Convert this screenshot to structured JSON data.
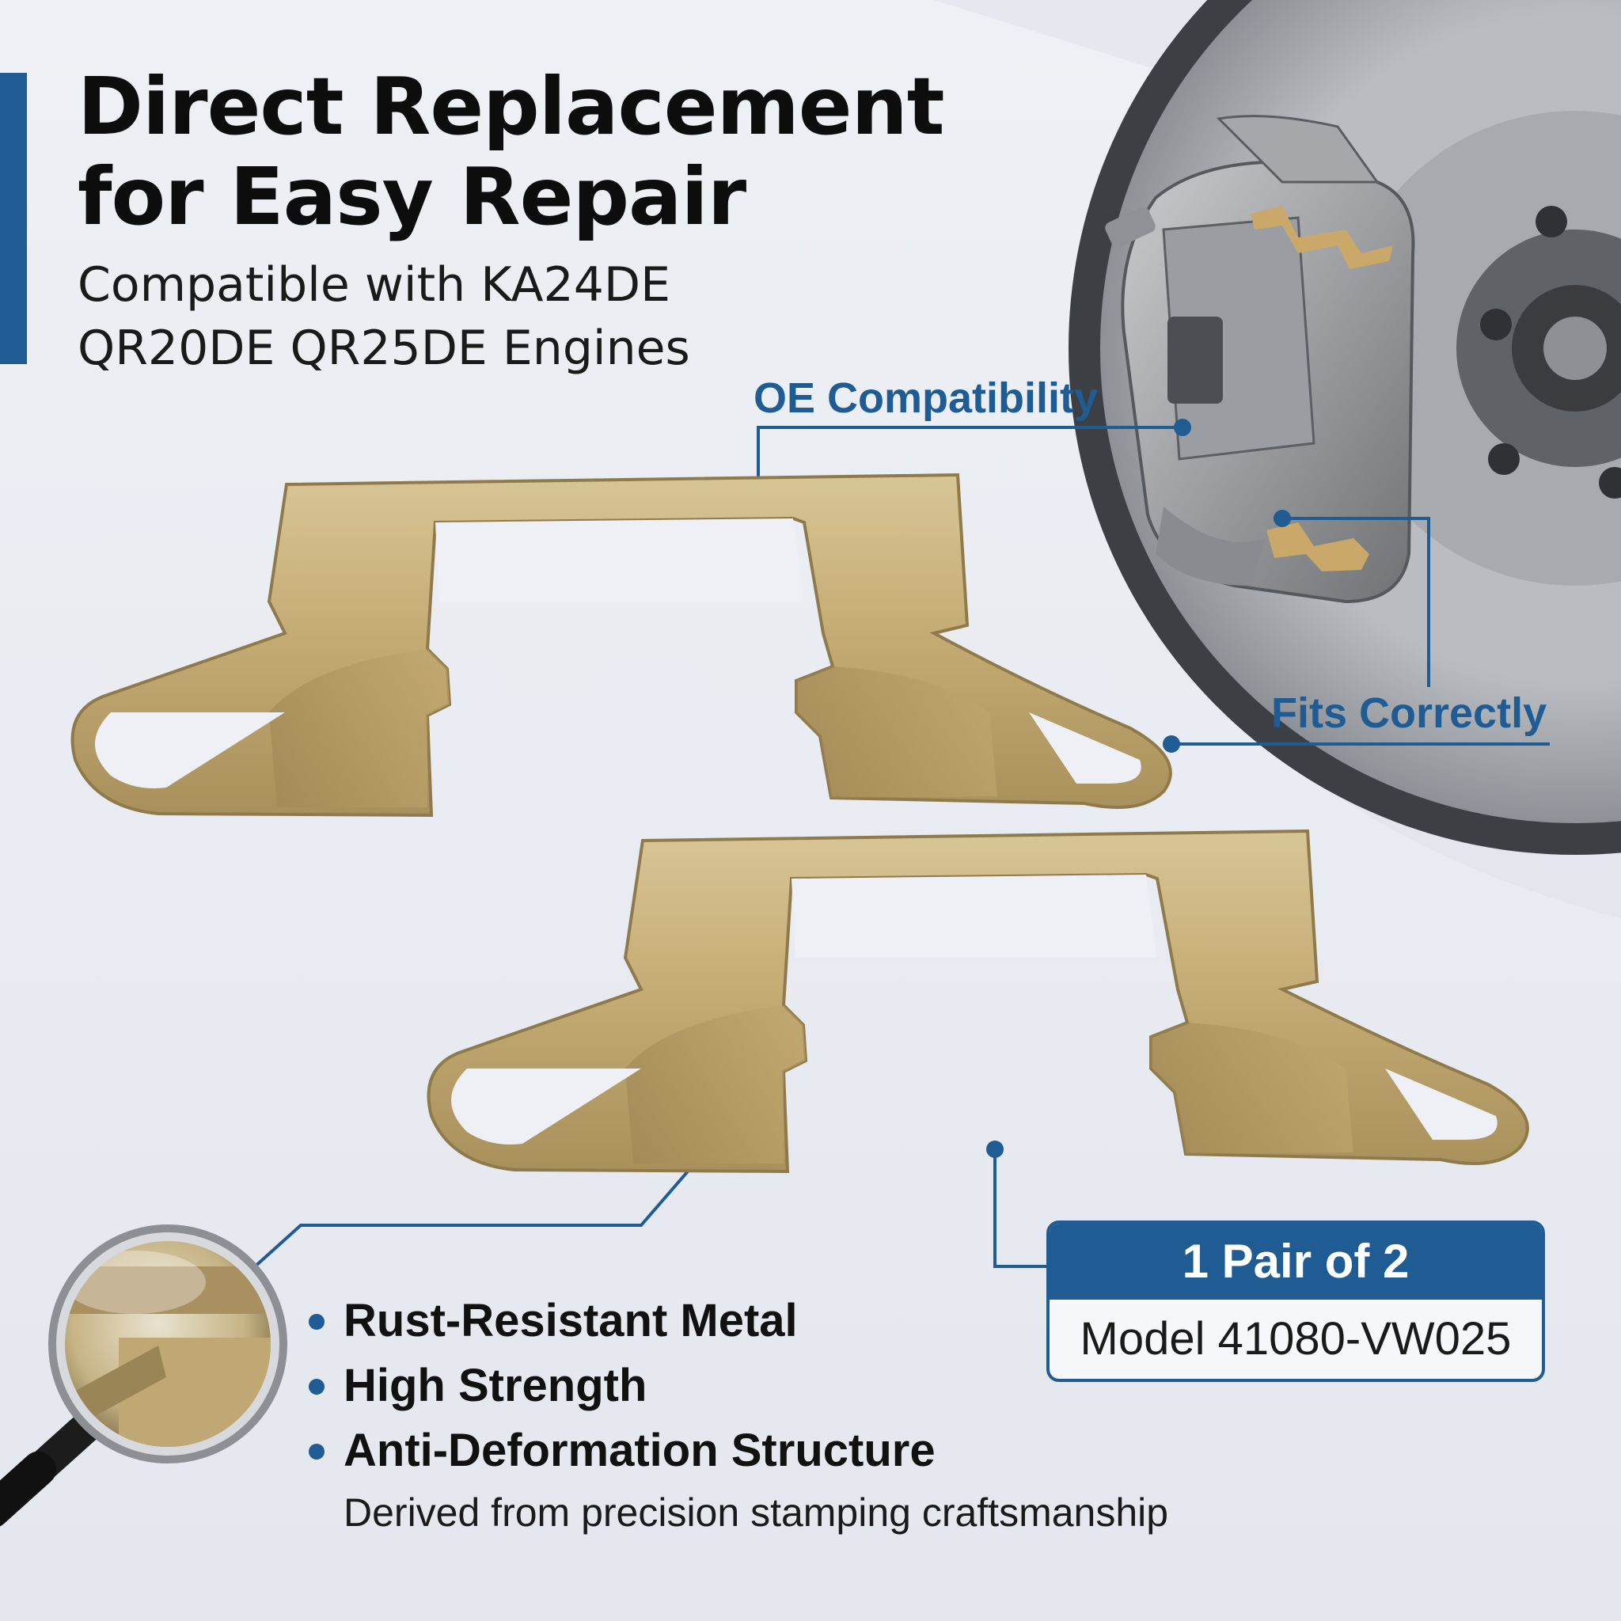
{
  "headline": {
    "line1": "Direct Replacement",
    "line2": "for Easy Repair"
  },
  "subhead": {
    "line1": "Compatible with KA24DE",
    "line2": "QR20DE QR25DE Engines"
  },
  "callouts": {
    "oe": "OE Compatibility",
    "fits": "Fits Correctly"
  },
  "pack": {
    "count_label": "1 Pair of 2",
    "model_label": "Model 41080-VW025"
  },
  "features": [
    "Rust-Resistant Metal",
    "High Strength",
    "Anti-Deformation Structure"
  ],
  "craft_note": "Derived from precision stamping craftsmanship",
  "colors": {
    "accent": "#1f5c93",
    "background": "#eef0f5",
    "metal": "#c9b27e",
    "text": "#111111"
  },
  "icons": {
    "caliper_rotor": "brake-caliper-rotor-icon",
    "clip": "brake-pad-clip-icon",
    "magnifier": "magnifying-glass-icon"
  }
}
